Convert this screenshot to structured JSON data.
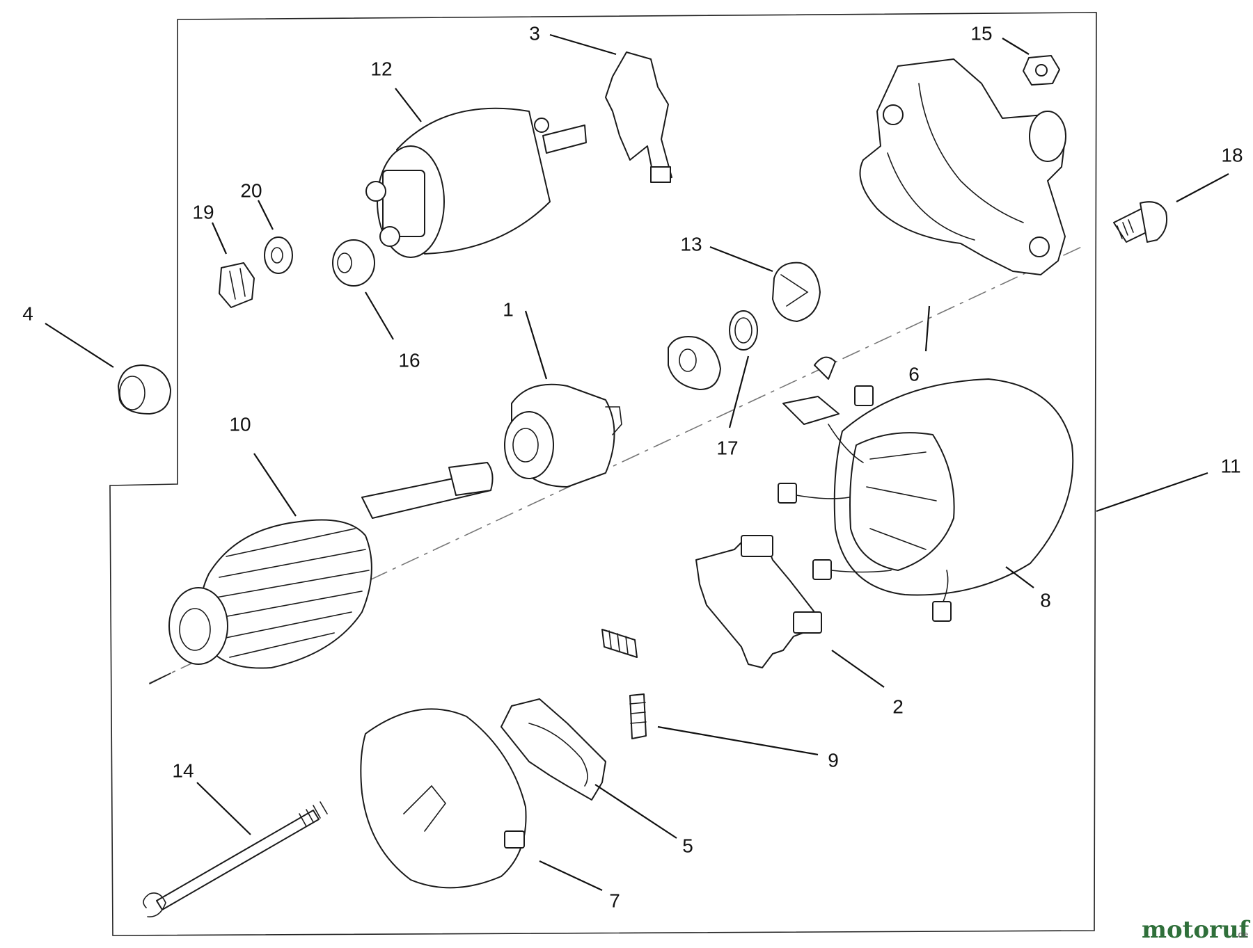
{
  "diagram": {
    "callouts": [
      {
        "id": "1",
        "label": "1"
      },
      {
        "id": "2",
        "label": "2"
      },
      {
        "id": "3",
        "label": "3"
      },
      {
        "id": "4",
        "label": "4"
      },
      {
        "id": "5",
        "label": "5"
      },
      {
        "id": "6",
        "label": "6"
      },
      {
        "id": "7",
        "label": "7"
      },
      {
        "id": "8",
        "label": "8"
      },
      {
        "id": "9",
        "label": "9"
      },
      {
        "id": "10",
        "label": "10"
      },
      {
        "id": "11",
        "label": "11"
      },
      {
        "id": "12",
        "label": "12"
      },
      {
        "id": "13",
        "label": "13"
      },
      {
        "id": "14",
        "label": "14"
      },
      {
        "id": "15",
        "label": "15"
      },
      {
        "id": "16",
        "label": "16"
      },
      {
        "id": "17",
        "label": "17"
      },
      {
        "id": "18",
        "label": "18"
      },
      {
        "id": "19",
        "label": "19"
      },
      {
        "id": "20",
        "label": "20"
      }
    ]
  },
  "watermark": {
    "name": "motoruf",
    "suffix": ".de",
    "color_primary": "#2f6f3a",
    "color_accent": "#d9a21b"
  }
}
